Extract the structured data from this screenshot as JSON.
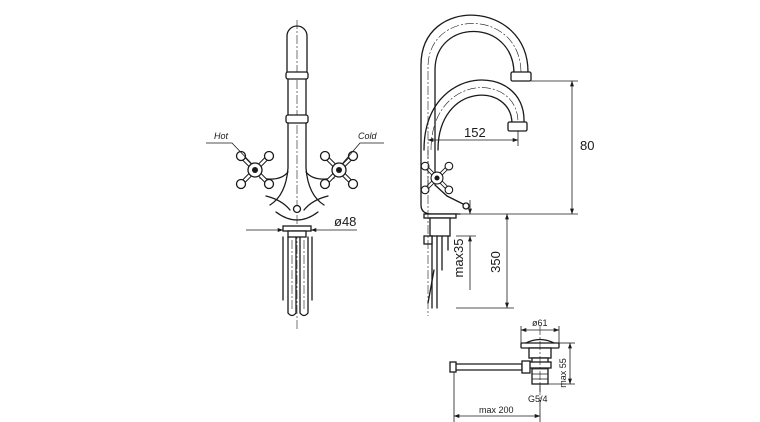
{
  "labels": {
    "hot": "Hot",
    "cold": "Cold",
    "dia48": "ø48",
    "dim152": "152",
    "dim80": "80",
    "dim350": "350",
    "max35": "max35",
    "dia61": "ø61",
    "max55": "max 55",
    "g54": "G5/4",
    "max200": "max 200"
  },
  "icons": {
    "arrowhead": "filled-triangle",
    "handle": "cross-handle"
  }
}
